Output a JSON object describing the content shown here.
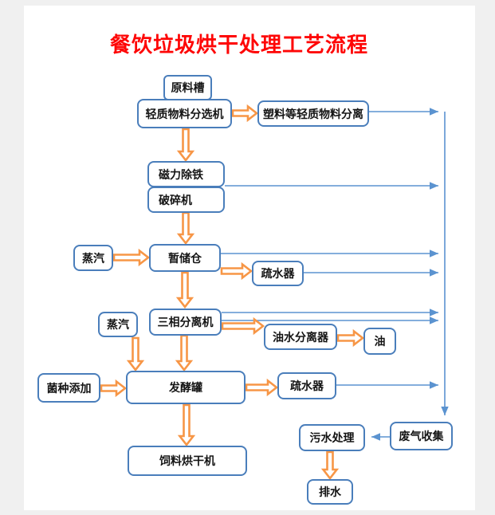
{
  "title": "餐饮垃圾烘干处理工艺流程",
  "colors": {
    "title_red": "#fe0606",
    "box_border_blue": "#4a7ebb",
    "block_arrow_orange": "#f79646",
    "gas_line_blue": "#5b93d0",
    "page_background": "#ffffff",
    "margin_background": "#f0f0f0"
  },
  "nodes": {
    "raw_material_tank": "原料槽",
    "light_material_sorter": "轻质物料分选机",
    "plastic_light_material_separation": "塑料等轻质物料分离",
    "magnetic_iron_removal": "磁力除铁",
    "crusher": "破碎机",
    "steam_1": "蒸汽",
    "buffer_silo": "暂储仓",
    "steam_trap_1": "疏水器",
    "steam_2": "蒸汽",
    "three_phase_separator": "三相分离机",
    "oil_water_separator": "油水分离器",
    "oil": "油",
    "inoculant_addition": "菌种添加",
    "fermentation_tank": "发酵罐",
    "steam_trap_2": "疏水器",
    "feed_dryer": "饲料烘干机",
    "sewage_treatment": "污水处理",
    "waste_gas_collection": "废气收集",
    "drainage": "排水"
  }
}
